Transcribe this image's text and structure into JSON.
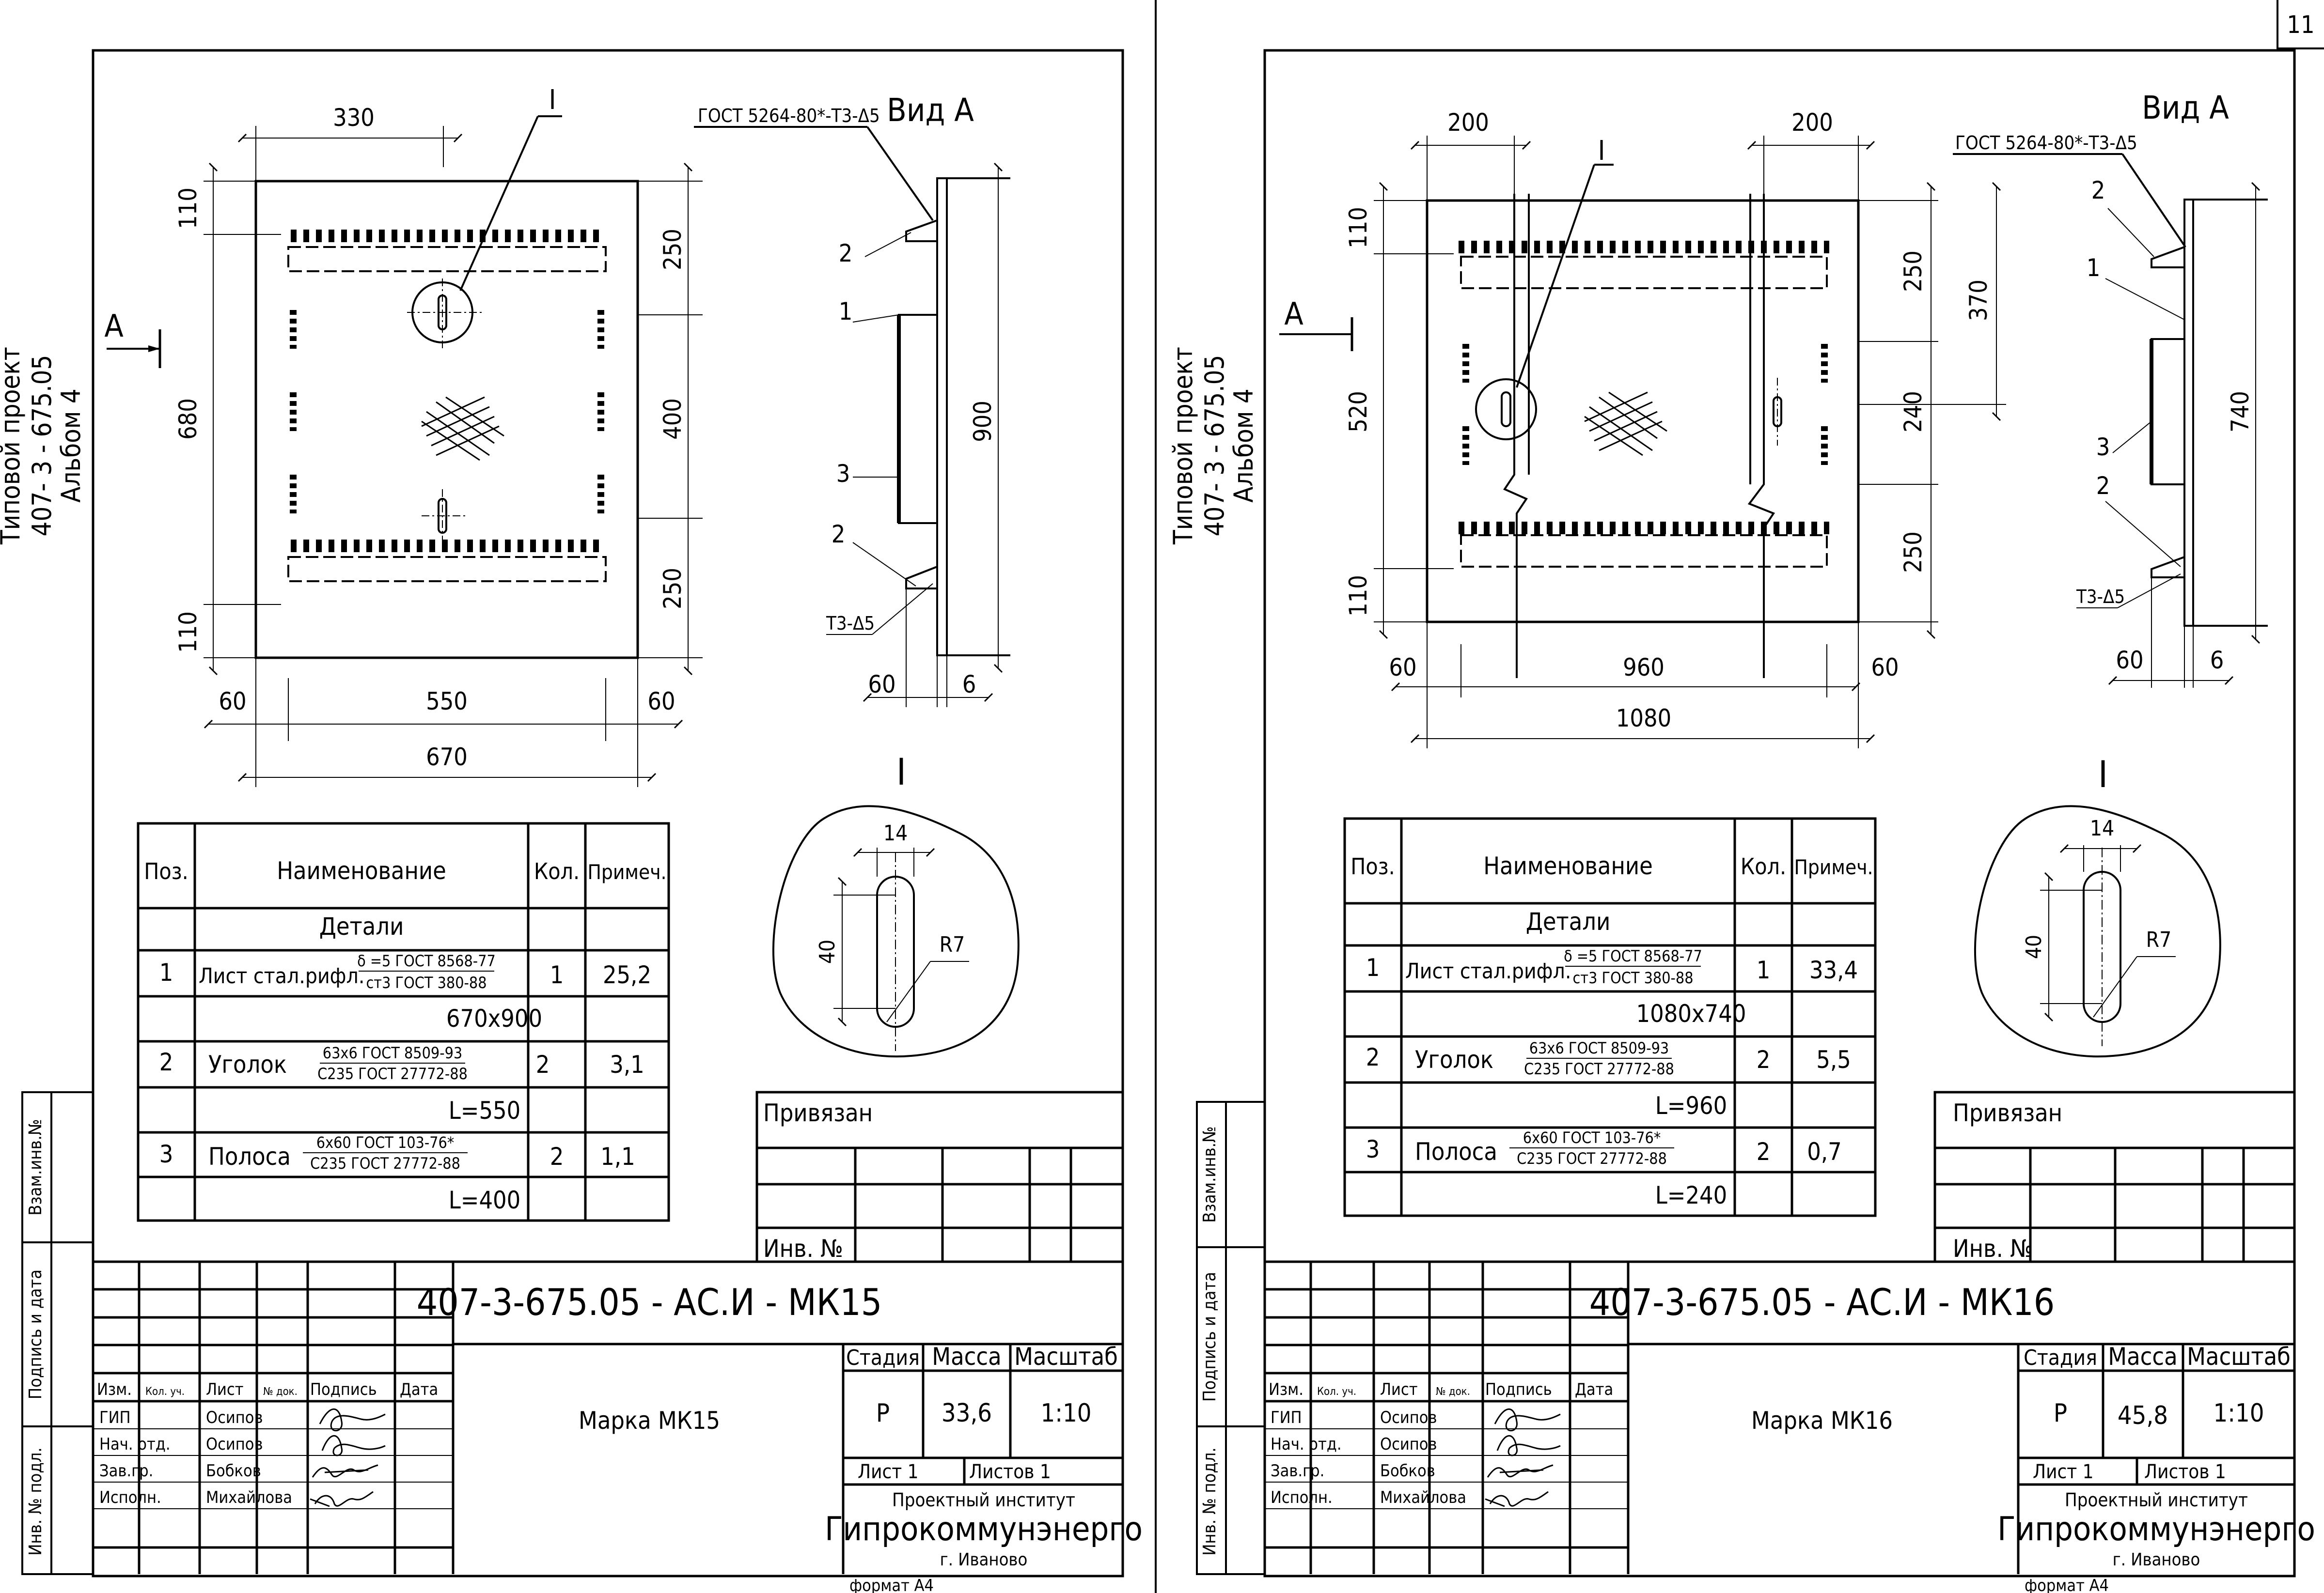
{
  "page_number": "11",
  "sheets": [
    {
      "id": "mk15",
      "sidebar": {
        "project": "Типовой проект",
        "code": "407- 3 - 675.05",
        "album": "Альбом 4"
      },
      "plan": {
        "marker": "I",
        "view_arrow": "A",
        "dims": {
          "d330": "330",
          "d110a": "110",
          "d110b": "110",
          "d680": "680",
          "d250a": "250",
          "d400": "400",
          "d250b": "250",
          "d60a": "60",
          "d550": "550",
          "d60b": "60",
          "d670": "670"
        }
      },
      "view_a": {
        "title": "Вид А",
        "gost": "ГОСТ 5264-80*-Т3-Δ5",
        "weld": "Т3-Δ5",
        "total": "900",
        "d60": "60",
        "d6": "6",
        "labels": {
          "p2a": "2",
          "p1": "1",
          "p3": "3",
          "p2b": "2"
        }
      },
      "detail": {
        "title": "I",
        "width": "14",
        "height": "40",
        "radius": "R7"
      },
      "spec": {
        "headers": {
          "pos": "Поз.",
          "name": "Наименование",
          "qty": "Кол.",
          "note": "Примеч."
        },
        "section": "Детали",
        "rows": [
          {
            "pos": "1",
            "name": "Лист стал.рифл.",
            "std_top": "δ =5 ГОСТ 8568-77",
            "std_bottom": "ст3 ГОСТ 380-88",
            "qty": "1",
            "note": "25,2",
            "size": "670x900"
          },
          {
            "pos": "2",
            "name": "Уголок",
            "std_top": "63х6 ГОСТ 8509-93",
            "std_bottom": "С235 ГОСТ 27772-88",
            "qty": "2",
            "note": "3,1",
            "size": "L=550"
          },
          {
            "pos": "3",
            "name": "Полоса",
            "std_top": "6х60 ГОСТ 103-76*",
            "std_bottom": "С235 ГОСТ 27772-88",
            "qty": "2",
            "note": "1,1",
            "size": "L=400"
          }
        ]
      },
      "binding": {
        "title": "Привязан",
        "inv": "Инв. №"
      },
      "side_stamp": {
        "vzam": "Взам.инв.№",
        "podpis": "Подпись и дата",
        "inv_podl": "Инв. №  подл."
      },
      "title_block": {
        "designation": "407-3-675.05  - АС.И - МК15",
        "name": "Марка МК15",
        "headers": {
          "izm": "Изм.",
          "kol": "Кол. уч.",
          "list": "Лист",
          "ndok": "№ док.",
          "podpis": "Подпись",
          "data": "Дата"
        },
        "staff": [
          {
            "role": "ГИП",
            "name": "Осипов"
          },
          {
            "role": "Нач. отд.",
            "name": "Осипов"
          },
          {
            "role": "Зав.гр.",
            "name": "Бобков"
          },
          {
            "role": "Исполн.",
            "name": "Михайлова"
          }
        ],
        "stage_label": "Стадия",
        "mass_label": "Масса",
        "scale_label": "Масштаб",
        "stage": "Р",
        "mass": "33,6",
        "scale": "1:10",
        "sheet": "Лист 1",
        "sheets": "Листов  1",
        "org_line1": "Проектный институт",
        "org_name": "Гипрокоммунэнерго",
        "org_city": "г. Иваново",
        "format": "формат А4"
      }
    },
    {
      "id": "mk16",
      "sidebar": {
        "project": "Типовой проект",
        "code": "407- 3 - 675.05",
        "album": "Альбом 4"
      },
      "plan": {
        "marker": "I",
        "view_arrow": "A",
        "dims": {
          "d200a": "200",
          "d200b": "200",
          "d110a": "110",
          "d110b": "110",
          "d520": "520",
          "d250a": "250",
          "d240": "240",
          "d250b": "250",
          "d370": "370",
          "d60a": "60",
          "d960": "960",
          "d60b": "60",
          "d1080": "1080"
        }
      },
      "view_a": {
        "title": "Вид А",
        "gost": "ГОСТ 5264-80*-Т3-Δ5",
        "weld": "Т3-Δ5",
        "total": "740",
        "d60": "60",
        "d6": "6",
        "labels": {
          "p2a": "2",
          "p1": "1",
          "p3": "3",
          "p2b": "2"
        }
      },
      "detail": {
        "title": "I",
        "width": "14",
        "height": "40",
        "radius": "R7"
      },
      "spec": {
        "headers": {
          "pos": "Поз.",
          "name": "Наименование",
          "qty": "Кол.",
          "note": "Примеч."
        },
        "section": "Детали",
        "rows": [
          {
            "pos": "1",
            "name": "Лист стал.рифл.",
            "std_top": "δ =5 ГОСТ 8568-77",
            "std_bottom": "ст3 ГОСТ 380-88",
            "qty": "1",
            "note": "33,4",
            "size": "1080x740"
          },
          {
            "pos": "2",
            "name": "Уголок",
            "std_top": "63х6 ГОСТ 8509-93",
            "std_bottom": "С235 ГОСТ 27772-88",
            "qty": "2",
            "note": "5,5",
            "size": "L=960"
          },
          {
            "pos": "3",
            "name": "Полоса",
            "std_top": "6х60 ГОСТ 103-76*",
            "std_bottom": "С235 ГОСТ 27772-88",
            "qty": "2",
            "note": "0,7",
            "size": "L=240"
          }
        ]
      },
      "binding": {
        "title": "Привязан",
        "inv": "Инв. №"
      },
      "side_stamp": {
        "vzam": "Взам.инв.№",
        "podpis": "Подпись и дата",
        "inv_podl": "Инв. №  подл."
      },
      "title_block": {
        "designation": "407-3-675.05 -  АС.И - МК16",
        "name": "Марка МК16",
        "headers": {
          "izm": "Изм.",
          "kol": "Кол. уч.",
          "list": "Лист",
          "ndok": "№ док.",
          "podpis": "Подпись",
          "data": "Дата"
        },
        "staff": [
          {
            "role": "ГИП",
            "name": "Осипов"
          },
          {
            "role": "Нач. отд.",
            "name": "Осипов"
          },
          {
            "role": "Зав.гр.",
            "name": "Бобков"
          },
          {
            "role": "Исполн.",
            "name": "Михайлова"
          }
        ],
        "stage_label": "Стадия",
        "mass_label": "Масса",
        "scale_label": "Масштаб",
        "stage": "Р",
        "mass": "45,8",
        "scale": "1:10",
        "sheet": "Лист 1",
        "sheets": "Листов  1",
        "org_line1": "Проектный институт",
        "org_name": "Гипрокоммунэнерго",
        "org_city": "г. Иваново",
        "format": "формат А4"
      }
    }
  ]
}
